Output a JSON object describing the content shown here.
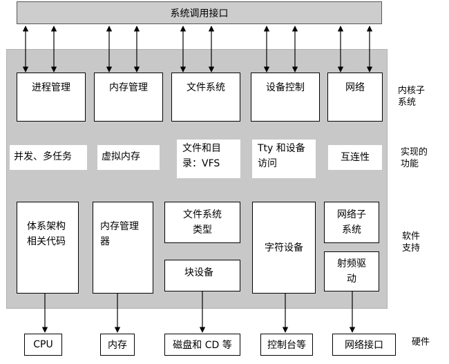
{
  "syscall": "系统调用接口",
  "subsystems": [
    "进程管理",
    "内存管理",
    "文件系统",
    "设备控制",
    "网络"
  ],
  "functions": [
    "并发、多任务",
    "虚拟内存",
    "文件和目录：VFS",
    "Tty 和设备访问",
    "互连性"
  ],
  "software": {
    "arch": [
      "体系架构",
      "相关代码"
    ],
    "mm": [
      "内存管理",
      "器"
    ],
    "fstype": [
      "文件系统",
      "类型"
    ],
    "blockdev": "块设备",
    "chardev": "字符设备",
    "netsub": [
      "网络子",
      "系统"
    ],
    "rf": [
      "射频驱",
      "动"
    ]
  },
  "hardware": [
    "CPU",
    "内存",
    "磁盘和 CD 等",
    "控制台等",
    "网络接口"
  ],
  "labels": {
    "kernel_sub": [
      "内核子",
      "系统"
    ],
    "impl_func": [
      "实现的",
      "功能"
    ],
    "sw_support": [
      "软件",
      "支持"
    ],
    "hw": "硬件"
  }
}
